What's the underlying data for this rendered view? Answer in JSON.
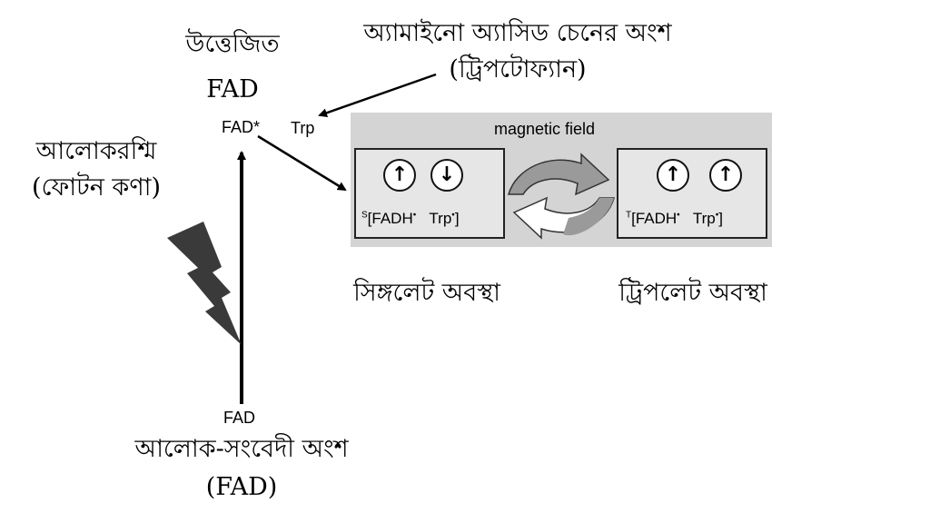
{
  "labels": {
    "excited_bn": "উত্তেজিত",
    "excited_fad": "FAD",
    "fad_star": "FAD*",
    "trp": "Trp",
    "amino_line1": "অ্যামাইনো অ্যাসিড চেনের অংশ",
    "amino_line2": "(ট্রিপটোফ্যান)",
    "light_line1": "আলোকরশ্মি",
    "light_line2": "(ফোটন কণা)",
    "fad_ground": "FAD",
    "sensitive_line1": "আলোক-সংবেদী অংশ",
    "sensitive_line2": "(FAD)",
    "magnetic_field": "magnetic field",
    "singlet_state": "সিঙ্গলেট অবস্থা",
    "triplet_state": "ট্রিপলেট অবস্থা"
  },
  "singlet": {
    "spins": [
      "↑",
      "↓"
    ],
    "prefix": "S",
    "species1": "[FADH",
    "dot": "•",
    "species2": "Trp",
    "close": "]"
  },
  "triplet": {
    "spins": [
      "↑",
      "↑"
    ],
    "prefix": "T",
    "species1": "[FADH",
    "dot": "•",
    "species2": "Trp",
    "close": "]"
  },
  "colors": {
    "panel_bg": "#d4d4d4",
    "box_bg": "#e6e6e6",
    "lightning": "#3a3a3a",
    "cycle_arrow": "#9a9a9a"
  }
}
